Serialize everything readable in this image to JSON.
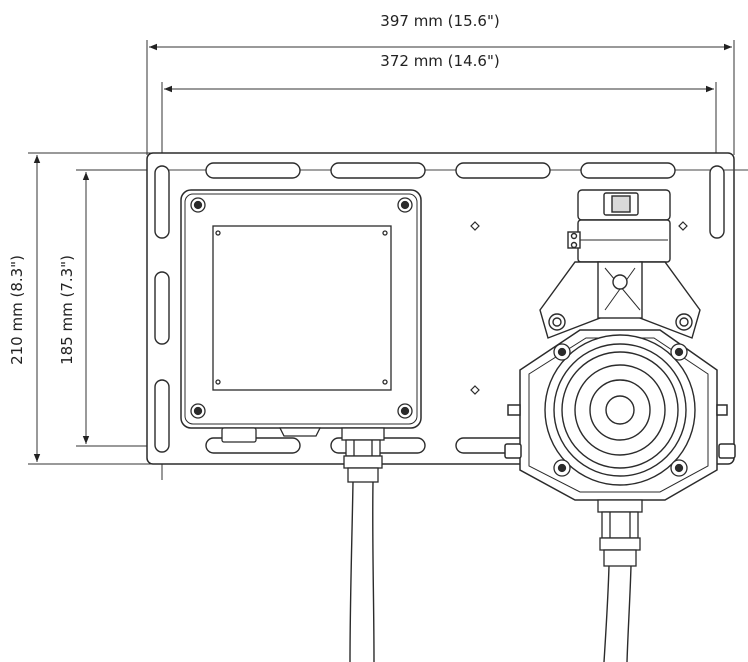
{
  "dimensions": {
    "overall_width": "397 mm (15.6\")",
    "hole_width": "372 mm (14.6\")",
    "overall_height": "210 mm (8.3\")",
    "hole_height": "185 mm (7.3\")"
  },
  "colors": {
    "line": "#2b2b2b",
    "fill": "#ffffff",
    "shade": "#d9d9d9"
  }
}
